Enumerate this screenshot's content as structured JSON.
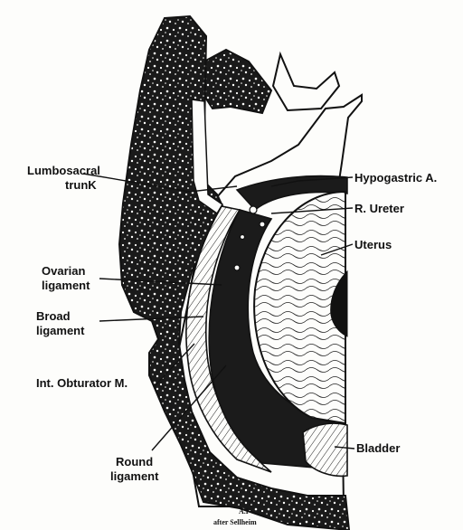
{
  "labels": {
    "lumbosacral_1": "Lumbosacral",
    "lumbosacral_2": "trunK",
    "hypogastric": "Hypogastric A.",
    "ureter": "R. Ureter",
    "uterus": "Uterus",
    "ovarian_1": "Ovarian",
    "ovarian_2": "ligament",
    "broad_1": "Broad",
    "broad_2": "ligament",
    "obturator": "Int. Obturator M.",
    "bladder": "Bladder",
    "round_1": "Round",
    "round_2": "ligament"
  },
  "signature": {
    "line1": "A.F",
    "line2": "after Sellheim"
  },
  "colors": {
    "ink": "#111111",
    "paper": "#fdfdfb"
  }
}
